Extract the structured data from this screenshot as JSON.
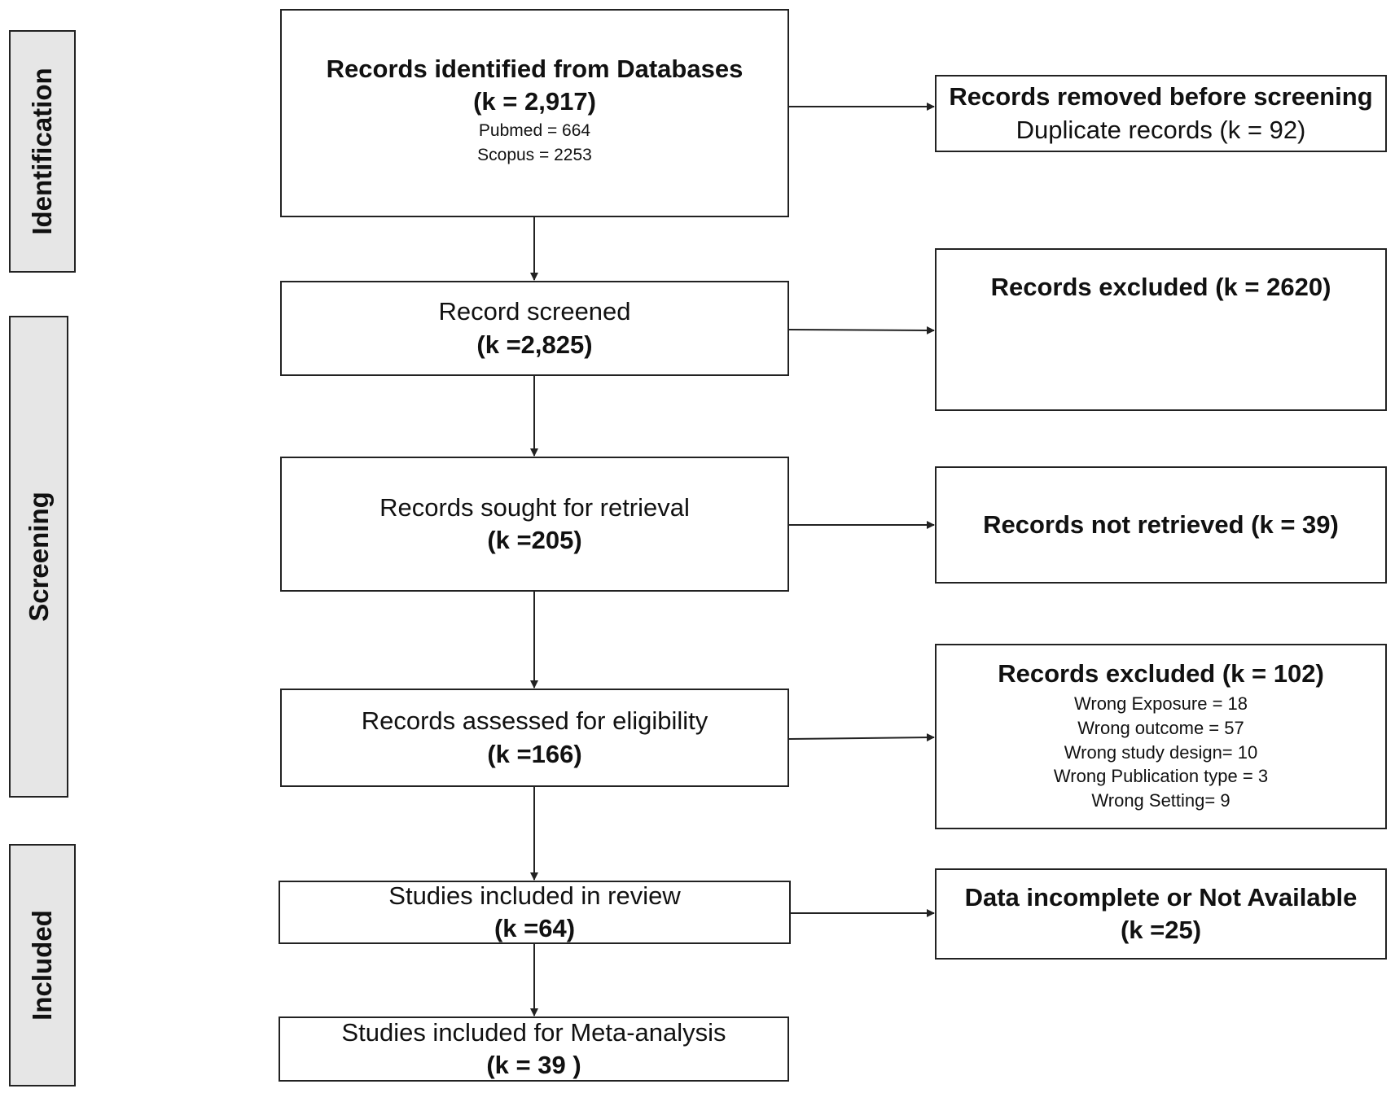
{
  "stages": {
    "identification": "Identification",
    "screening": "Screening",
    "included": "Included"
  },
  "main": {
    "identified": {
      "title": "Records identified from Databases",
      "count": "(k = 2,917)",
      "pubmed": "Pubmed = 664",
      "scopus": "Scopus = 2253"
    },
    "screened": {
      "label": "Record screened",
      "count": "(k =2,825)"
    },
    "sought": {
      "label": "Records sought for retrieval",
      "count": "(k =205)"
    },
    "assessed": {
      "label": "Records assessed for eligibility",
      "count": "(k =166)"
    },
    "review": {
      "label": "Studies included in review",
      "count": "(k =64)"
    },
    "meta": {
      "label": "Studies included for Meta-analysis",
      "count": "(k = 39 )"
    }
  },
  "side": {
    "removed": {
      "title": "Records removed before screening",
      "detail": "Duplicate records (k = 92)"
    },
    "excluded1": {
      "title": "Records excluded (k = 2620)"
    },
    "not_retrieved": {
      "title": "Records not retrieved (k = 39)"
    },
    "excluded2": {
      "title": "Records excluded (k = 102)",
      "reasons": [
        "Wrong Exposure = 18",
        "Wrong outcome = 57",
        "Wrong study design= 10",
        "Wrong Publication type = 3",
        "Wrong Setting= 9"
      ]
    },
    "incomplete": {
      "title": "Data incomplete or Not Available",
      "count": "(k =25)"
    }
  },
  "colors": {
    "line": "#222222",
    "label_bg": "#e6e6e6"
  }
}
